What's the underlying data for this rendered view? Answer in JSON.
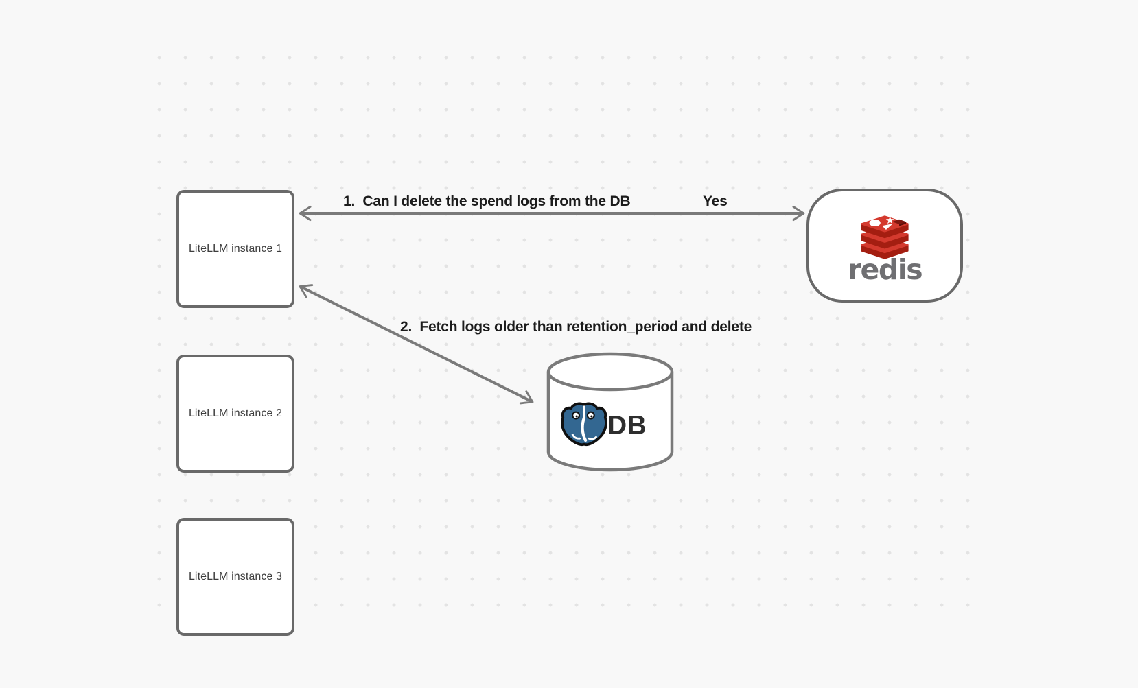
{
  "canvas": {
    "background_color": "#f8f8f8",
    "dot_color": "#e3e3e3"
  },
  "nodes": {
    "instance1": {
      "label": "LiteLLM instance 1"
    },
    "instance2": {
      "label": "LiteLLM instance 2"
    },
    "instance3": {
      "label": "LiteLLM instance 3"
    },
    "redis": {
      "wordmark": "redis",
      "icon": "redis-stack-icon",
      "brand_red": "#c6302b",
      "brand_red_dark": "#a41e11",
      "text_color": "#6f6f72"
    },
    "db": {
      "label": "DB",
      "icon": "postgresql-elephant-icon",
      "postgres_blue": "#336791"
    }
  },
  "edges": {
    "edge1": {
      "label": "1.  Can I delete the spend logs from the DB",
      "response": "Yes"
    },
    "edge2": {
      "label": "2.  Fetch logs older than retention_period and delete"
    }
  },
  "colors": {
    "shape_border": "#696969",
    "arrow": "#7a7a7a",
    "edge_label_text": "#1c1c1c",
    "node_label_text": "#3d3d3d"
  }
}
